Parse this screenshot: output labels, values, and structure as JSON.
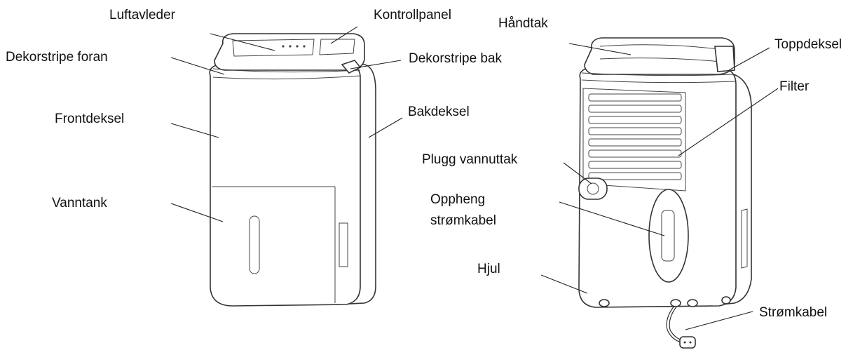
{
  "labels": {
    "luftavleder": "Luftavleder",
    "kontrollpanel": "Kontrollpanel",
    "handtak": "Håndtak",
    "toppdeksel": "Toppdeksel",
    "dekorstripe_foran": "Dekorstripe foran",
    "dekorstripe_bak": "Dekorstripe bak",
    "filter": "Filter",
    "frontdeksel": "Frontdeksel",
    "bakdeksel": "Bakdeksel",
    "plugg_vannuttak": "Plugg vannuttak",
    "vanntank": "Vanntank",
    "oppheng_stromkabel": "Oppheng strømkabel",
    "hjul": "Hjul",
    "stromkabel": "Strømkabel"
  }
}
